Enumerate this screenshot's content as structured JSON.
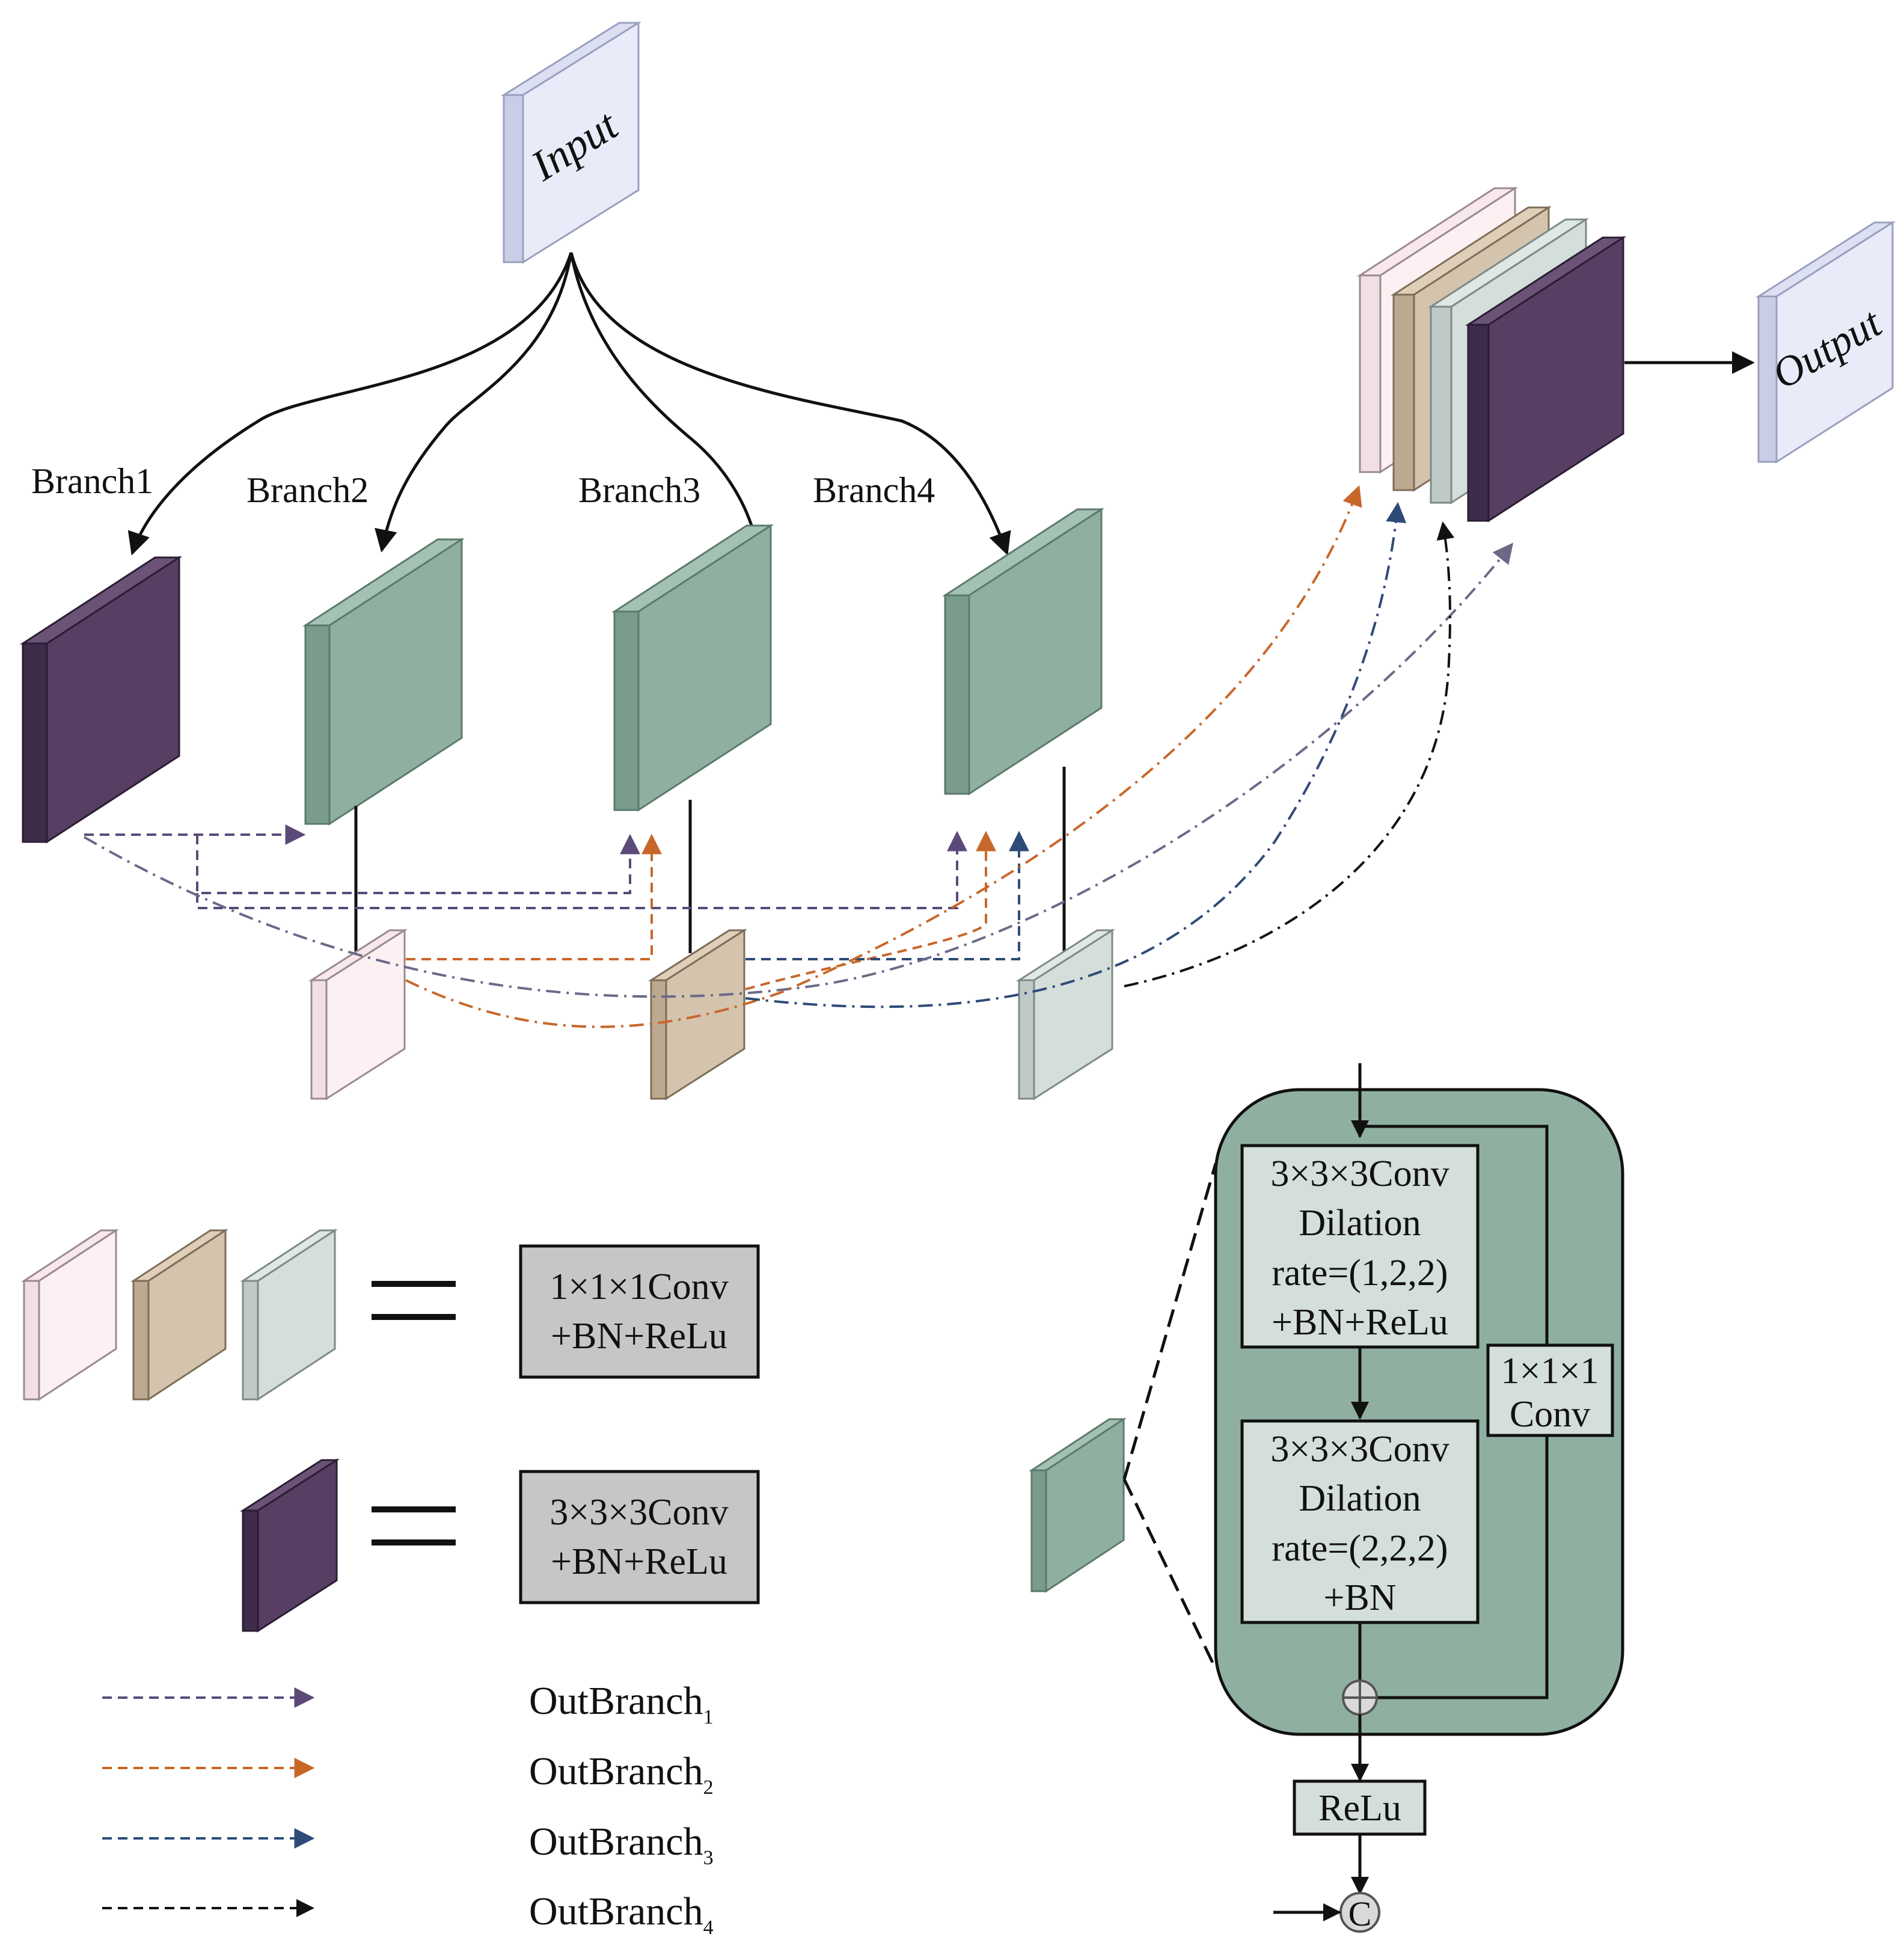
{
  "labels": {
    "input": "Input",
    "output": "Output",
    "branch1": "Branch1",
    "branch2": "Branch2",
    "branch3": "Branch3",
    "branch4": "Branch4"
  },
  "legend": {
    "conv1_line1": "1×1×1Conv",
    "conv1_line2": "+BN+ReLu",
    "conv3_line1": "3×3×3Conv",
    "conv3_line2": "+BN+ReLu",
    "equals": "="
  },
  "out_branches": [
    {
      "name": "OutBranch",
      "sub": "1",
      "color": "#5b4a78"
    },
    {
      "name": "OutBranch",
      "sub": "2",
      "color": "#c8672a"
    },
    {
      "name": "OutBranch",
      "sub": "3",
      "color": "#2e4a78"
    },
    {
      "name": "OutBranch",
      "sub": "4",
      "color": "#111111"
    }
  ],
  "detail": {
    "block1": [
      "3×3×3Conv",
      "Dilation",
      "rate=(1,2,2)",
      "+BN+ReLu"
    ],
    "block2": [
      "3×3×3Conv",
      "Dilation",
      "rate=(2,2,2)",
      "+BN"
    ],
    "shortcut": [
      "1×1×1",
      "Conv"
    ],
    "relu": "ReLu",
    "concat": "C"
  },
  "colors": {
    "purple": "#563f63",
    "green": "#8fb0a0",
    "pink": "#fdf0f2",
    "tan": "#d4c3ad",
    "lightgray": "#d4dedb",
    "lavender": "#e9ebf8",
    "box_gray": "#c6c6c6",
    "detail_bg": "#8fb0a0",
    "detail_box": "#d4dedb"
  }
}
